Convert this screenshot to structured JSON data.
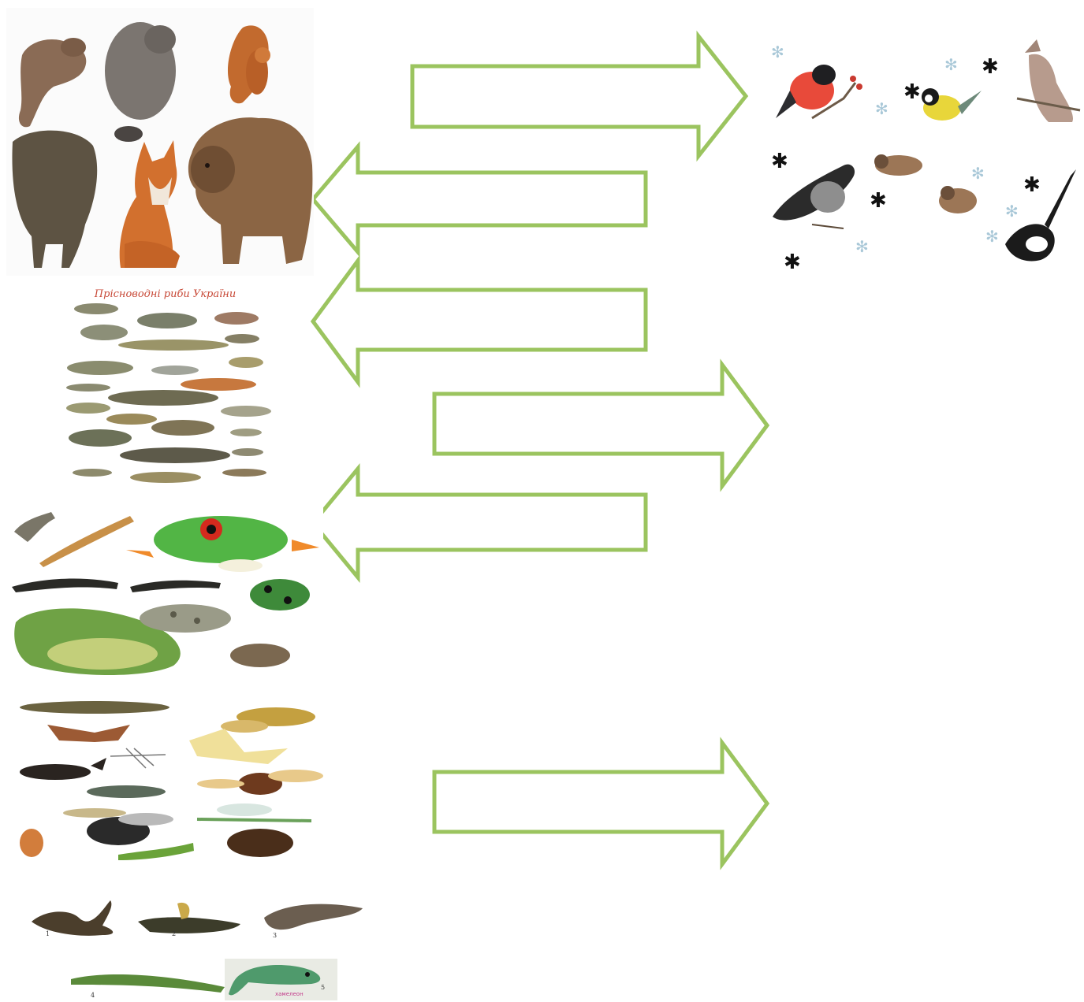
{
  "colors": {
    "arrow_stroke": "#9bc45f",
    "background": "#ffffff"
  },
  "panels": {
    "mammals": {
      "icon": "forest-mammals-illustration"
    },
    "birds": {
      "icon": "winter-birds-illustration"
    },
    "fish": {
      "icon": "freshwater-fish-poster",
      "title": "Прісноводні риби України"
    },
    "amphibians": {
      "icon": "amphibians-illustration"
    },
    "insects": {
      "icon": "insects-illustration"
    },
    "reptiles": {
      "icon": "reptiles-illustration",
      "labels": [
        "1",
        "2",
        "3",
        "4",
        "5"
      ],
      "chameleon_caption": "хамелеон"
    }
  },
  "arrows": [
    {
      "direction": "right"
    },
    {
      "direction": "left"
    },
    {
      "direction": "left"
    },
    {
      "direction": "right"
    },
    {
      "direction": "left"
    },
    {
      "direction": "right"
    }
  ]
}
